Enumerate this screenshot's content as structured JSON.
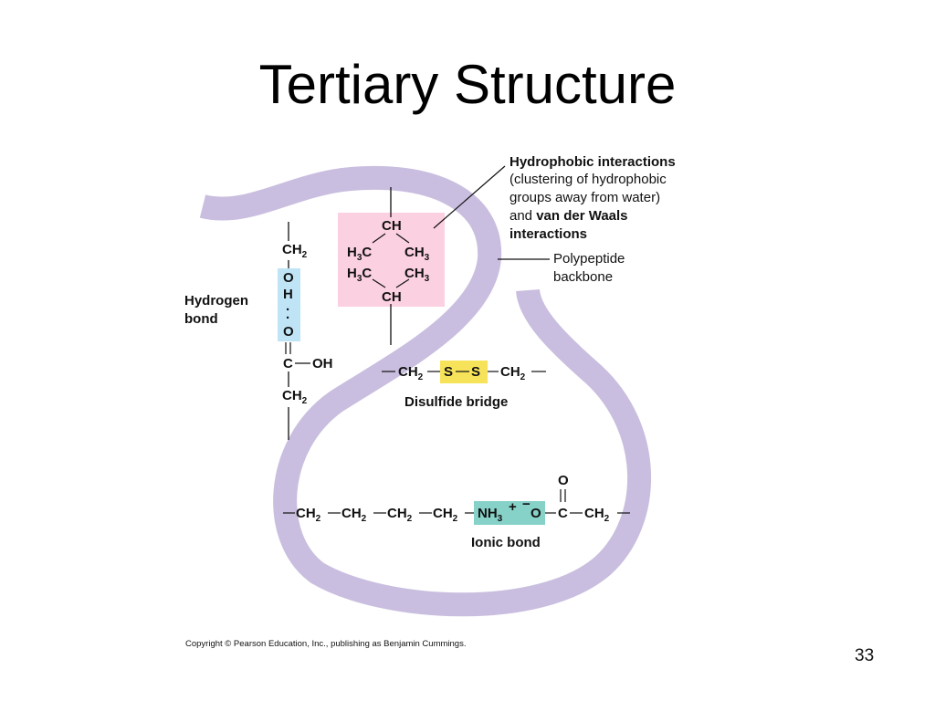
{
  "slide": {
    "title": "Tertiary Structure",
    "copyright": "Copyright © Pearson Education, Inc., publishing as Benjamin Cummings.",
    "page_number": "33"
  },
  "colors": {
    "backbone": "#c9bedf",
    "hydrophobic_box": "#fbd0e0",
    "hbond_box": "#bfe4f6",
    "disulfide_box": "#f7e35a",
    "ionic_box": "#86d1c8"
  },
  "hydrophobic": {
    "label_bold": "Hydrophobic interactions",
    "line2": "(clustering of hydrophobic",
    "line3": "groups away from water)",
    "line4_prefix": "and ",
    "line4_bold": "van der Waals",
    "line5_bold": "interactions",
    "ch_top": "CH",
    "h3c_1": "H",
    "c_1": "C",
    "ch3_1": "CH",
    "h3c_2": "H",
    "c_2": "C",
    "ch3_2": "CH",
    "ch_bottom": "CH",
    "sub3": "3"
  },
  "backbone_label": {
    "line1": "Polypeptide",
    "line2": "backbone"
  },
  "hydrogen_bond": {
    "label_line1": "Hydrogen",
    "label_line2": "bond",
    "ch2_top": "CH",
    "o_top": "O",
    "h": "H",
    "dots": "· ·",
    "o_bottom": "O",
    "c": "C",
    "oh": "OH",
    "ch2_bottom": "CH",
    "sub2": "2"
  },
  "disulfide": {
    "label": "Disulfide bridge",
    "ch2_left": "CH",
    "s1": "S",
    "s2": "S",
    "ch2_right": "CH",
    "sub2": "2"
  },
  "ionic": {
    "label": "Ionic bond",
    "o_top": "O",
    "ch2_a": "CH",
    "ch2_b": "CH",
    "ch2_c": "CH",
    "ch2_d": "CH",
    "nh3": "NH",
    "sub3": "3",
    "plus": "+",
    "minus": "−",
    "o_minus": "O",
    "c": "C",
    "ch2_e": "CH",
    "sub2": "2"
  }
}
